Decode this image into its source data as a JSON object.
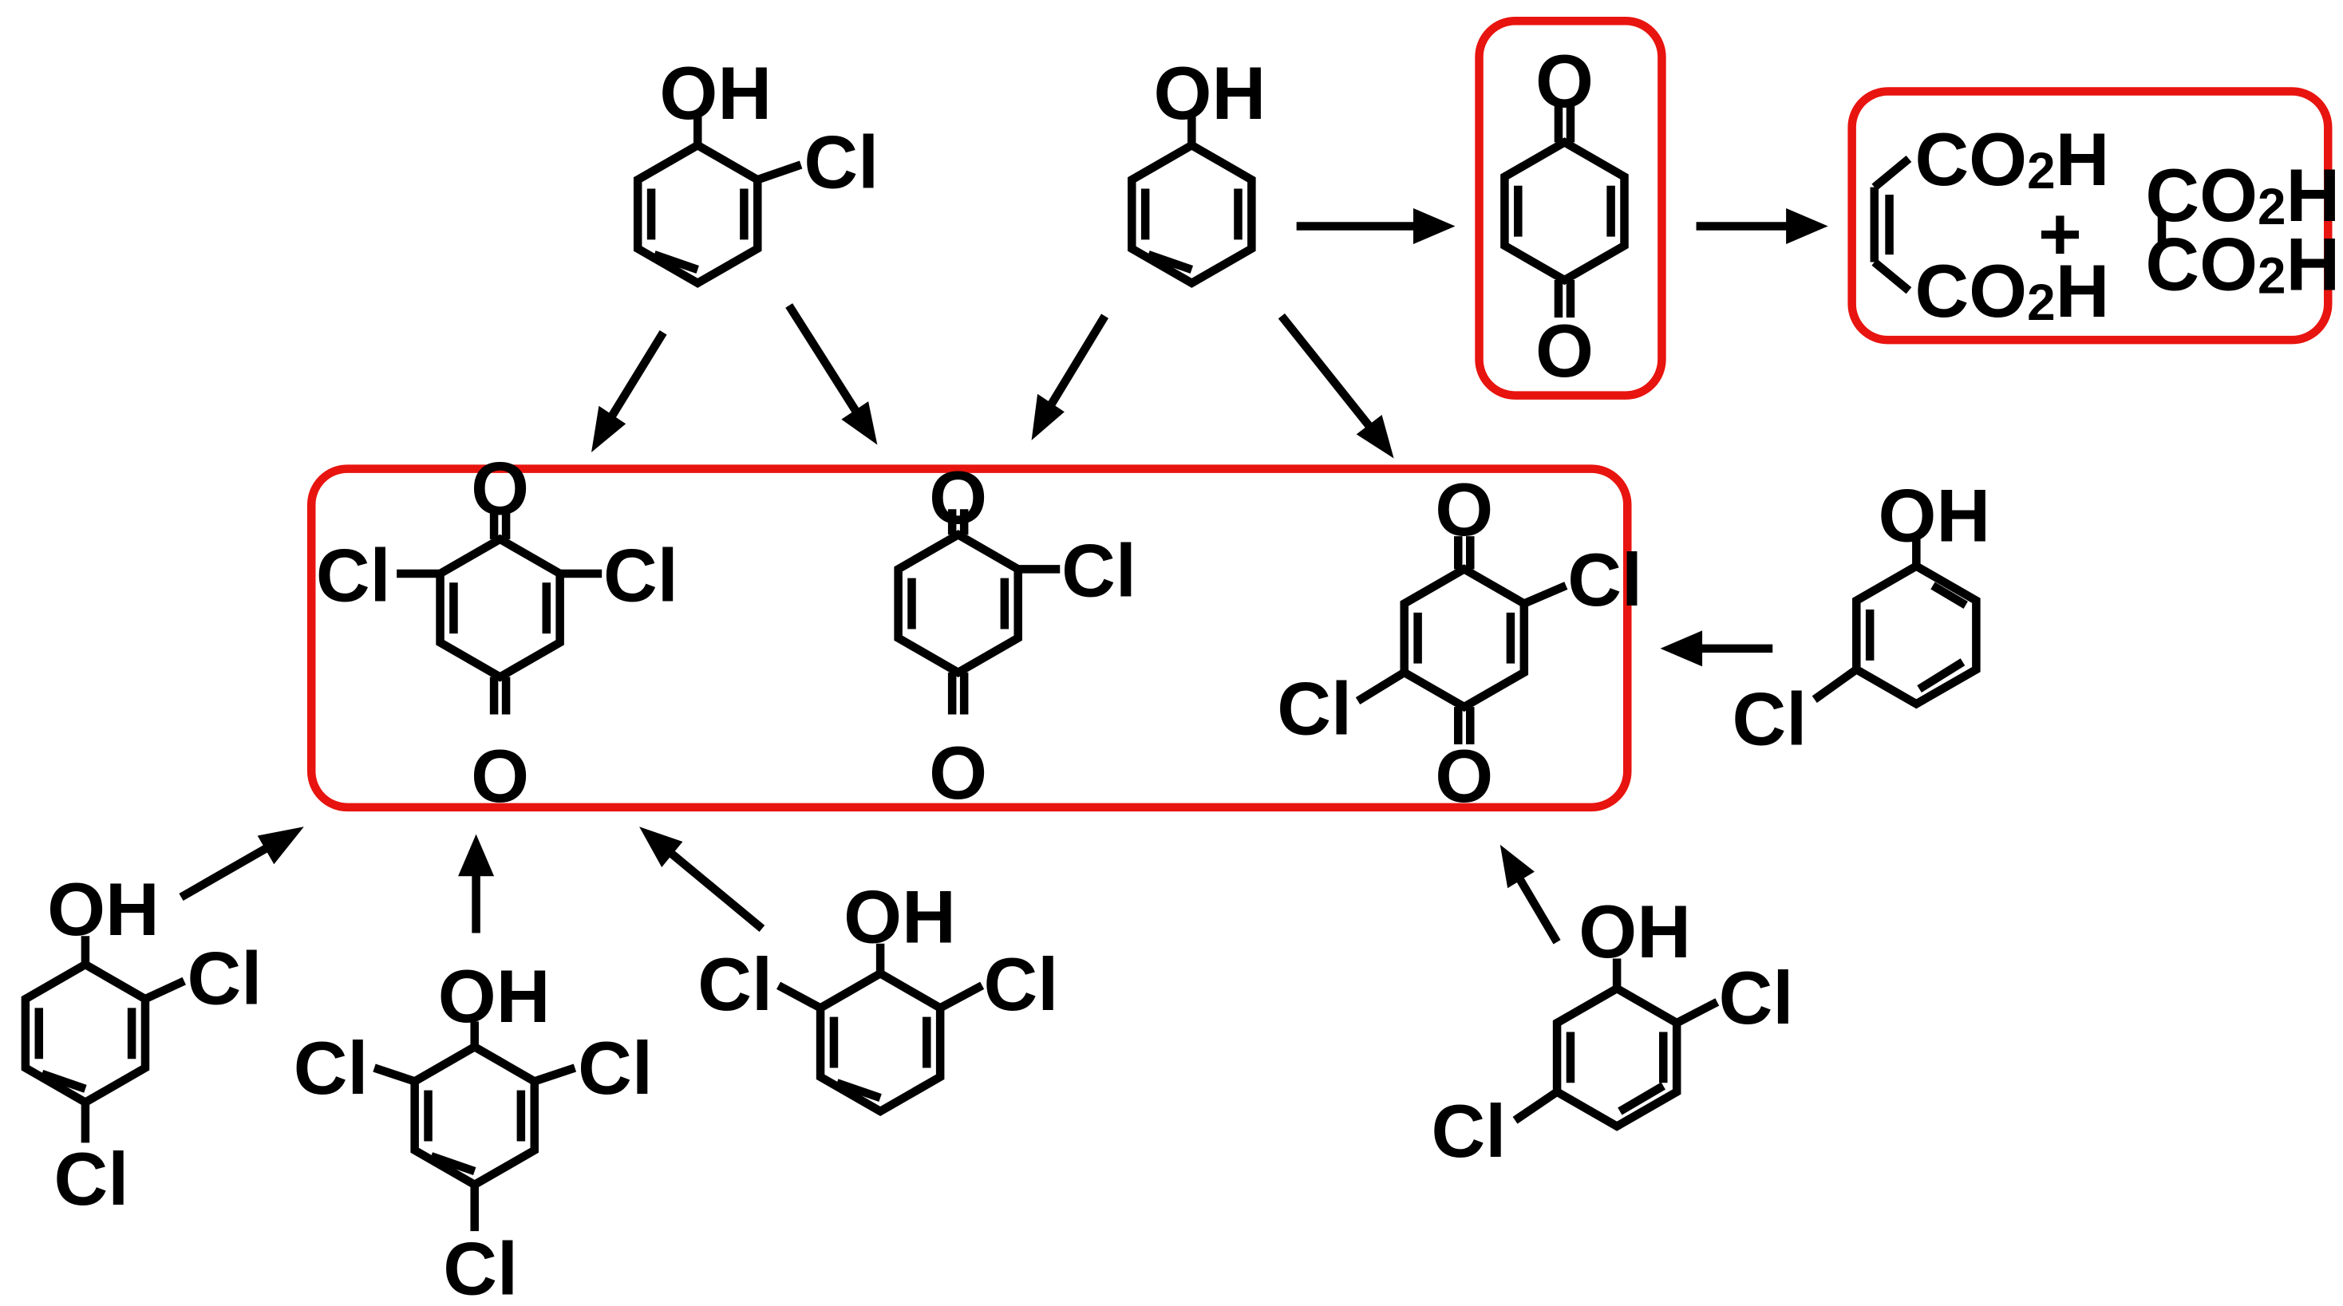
{
  "labels": {
    "oh": "OH",
    "o": "O",
    "cl": "Cl",
    "co": "CO",
    "sub2": "2",
    "h": "H",
    "plus": "+"
  },
  "scheme": {
    "nodes": [
      "2-chlorophenol",
      "phenol",
      "1,4-benzoquinone",
      "maleic acid",
      "oxalic acid",
      "2,6-dichloro-1,4-benzoquinone",
      "2-chloro-1,4-benzoquinone",
      "2,5-dichloro-1,4-benzoquinone",
      "3-chlorophenol",
      "2,4-dichlorophenol",
      "2,4,6-trichlorophenol",
      "2,6-dichlorophenol",
      "2,5-dichlorophenol"
    ],
    "edges": [
      [
        "2-chlorophenol",
        "2,6-dichloro-1,4-benzoquinone"
      ],
      [
        "2-chlorophenol",
        "2-chloro-1,4-benzoquinone"
      ],
      [
        "phenol",
        "2-chloro-1,4-benzoquinone"
      ],
      [
        "phenol",
        "2,5-dichloro-1,4-benzoquinone"
      ],
      [
        "phenol",
        "1,4-benzoquinone"
      ],
      [
        "1,4-benzoquinone",
        "maleic acid"
      ],
      [
        "3-chlorophenol",
        "2,5-dichloro-1,4-benzoquinone"
      ],
      [
        "2,4-dichlorophenol",
        "2,6-dichloro-1,4-benzoquinone"
      ],
      [
        "2,4,6-trichlorophenol",
        "2,6-dichloro-1,4-benzoquinone"
      ],
      [
        "2,6-dichlorophenol",
        "2,6-dichloro-1,4-benzoquinone"
      ],
      [
        "2,5-dichlorophenol",
        "2,5-dichloro-1,4-benzoquinone"
      ]
    ]
  },
  "colors": {
    "box": "#e8140f",
    "ink": "#000000"
  }
}
